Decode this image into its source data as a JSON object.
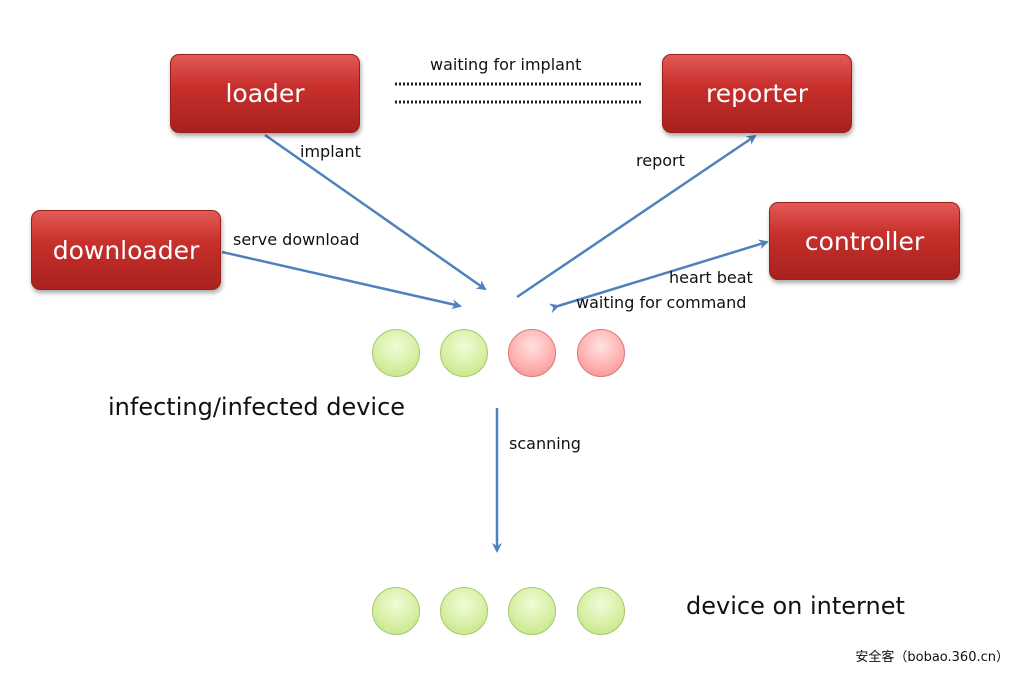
{
  "boxes": {
    "loader": "loader",
    "reporter": "reporter",
    "downloader": "downloader",
    "controller": "controller"
  },
  "labels": {
    "waiting_for_implant": "waiting for implant",
    "implant": "implant",
    "report": "report",
    "serve_download": "serve download",
    "heart_beat": "heart beat",
    "waiting_for_command": "waiting for command",
    "scanning": "scanning"
  },
  "groups": {
    "infected": {
      "label": "infecting/infected  device",
      "nodes": [
        "green",
        "green",
        "red",
        "red"
      ]
    },
    "internet": {
      "label": "device on internet",
      "nodes": [
        "green",
        "green",
        "green",
        "green"
      ]
    }
  },
  "watermark": "安全客（bobao.360.cn）",
  "colors": {
    "box": "#c8302c",
    "arrow": "#4f81bd",
    "node_green": "#d6f0a4",
    "node_red": "#ffb1b1"
  }
}
